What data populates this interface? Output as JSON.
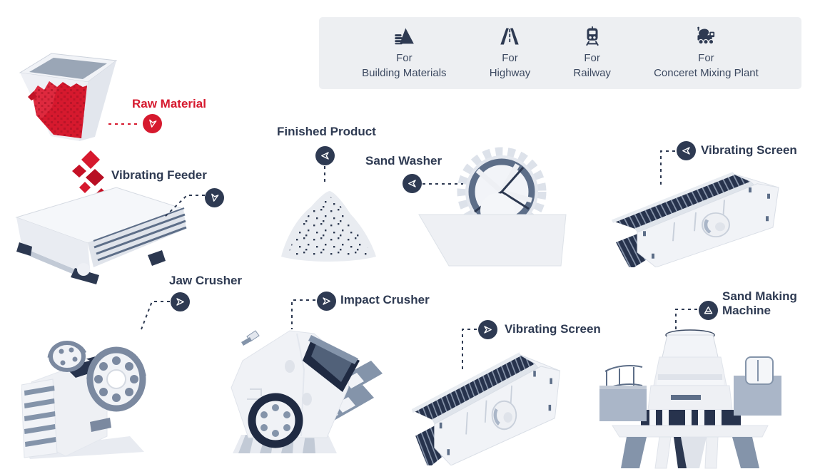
{
  "colors": {
    "navy": "#2e3a52",
    "accent_red": "#d6192e",
    "panel_bg": "#edeff2"
  },
  "applications_panel": {
    "items": [
      {
        "icon": "building-materials-icon",
        "label_line1": "For",
        "label_line2": "Building Materials"
      },
      {
        "icon": "highway-icon",
        "label_line1": "For",
        "label_line2": "Highway"
      },
      {
        "icon": "railway-icon",
        "label_line1": "For",
        "label_line2": "Railway"
      },
      {
        "icon": "concrete-mixing-plant-icon",
        "label_line1": "For",
        "label_line2": "Conceret Mixing Plant"
      }
    ]
  },
  "stations": {
    "raw_material": {
      "label": "Raw Material"
    },
    "vibrating_feeder": {
      "label": "Vibrating Feeder"
    },
    "jaw_crusher": {
      "label": "Jaw Crusher"
    },
    "impact_crusher": {
      "label": "Impact Crusher"
    },
    "vibrating_screen_upper": {
      "label": "Vibrating Screen"
    },
    "vibrating_screen_lower": {
      "label": "Vibrating Screen"
    },
    "sand_making_machine": {
      "label": "Sand Making Machine"
    },
    "sand_washer": {
      "label": "Sand Washer"
    },
    "finished_product": {
      "label": "Finished Product"
    }
  }
}
